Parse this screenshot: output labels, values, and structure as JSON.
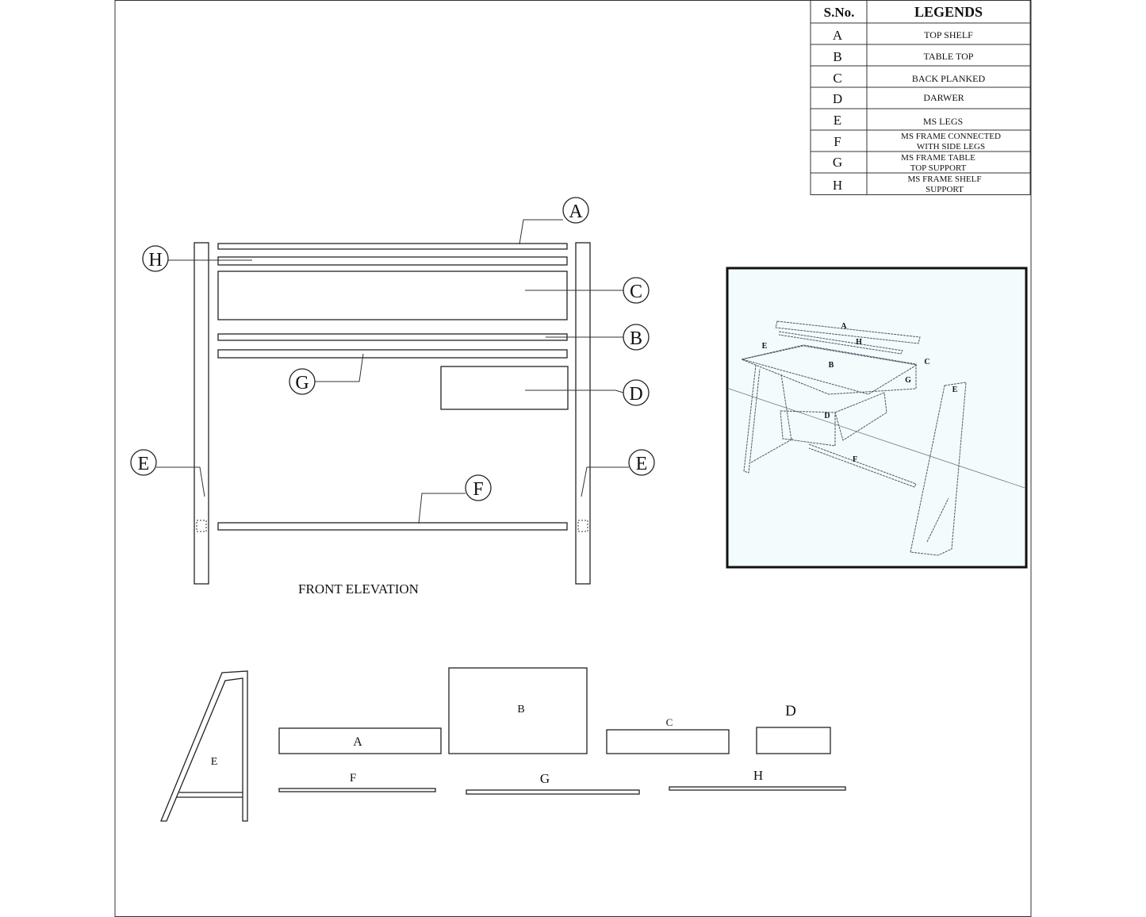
{
  "legend": {
    "header_sno": "S.No.",
    "header_legends": "LEGENDS",
    "rows": [
      {
        "sno": "A",
        "line1": "TOP SHELF",
        "line2": ""
      },
      {
        "sno": "B",
        "line1": "TABLE TOP",
        "line2": ""
      },
      {
        "sno": "C",
        "line1": "BACK PLANKED",
        "line2": ""
      },
      {
        "sno": "D",
        "line1": "DARWER",
        "line2": ""
      },
      {
        "sno": "E",
        "line1": "MS LEGS",
        "line2": ""
      },
      {
        "sno": "F",
        "line1": "MS FRAME CONNECTED",
        "line2": "WITH SIDE LEGS"
      },
      {
        "sno": "G",
        "line1": "MS FRAME TABLE",
        "line2": "TOP SUPPORT"
      },
      {
        "sno": "H",
        "line1": "MS FRAME SHELF",
        "line2": "SUPPORT"
      }
    ]
  },
  "front_elevation": {
    "title": "FRONT ELEVATION",
    "callouts": {
      "A": "A",
      "H": "H",
      "C": "C",
      "B": "B",
      "G": "G",
      "D": "D",
      "E_left": "E",
      "F": "F",
      "E_right": "E"
    }
  },
  "isometric": {
    "labels": {
      "A": "A",
      "H": "H",
      "E1": "E",
      "B": "B",
      "C": "C",
      "G": "G",
      "D": "D",
      "F": "F",
      "E2": "E"
    },
    "background": "#f2fcfd"
  },
  "parts": {
    "E": "E",
    "A": "A",
    "B": "B",
    "C": "C",
    "D": "D",
    "F": "F",
    "G": "G",
    "H": "H"
  }
}
